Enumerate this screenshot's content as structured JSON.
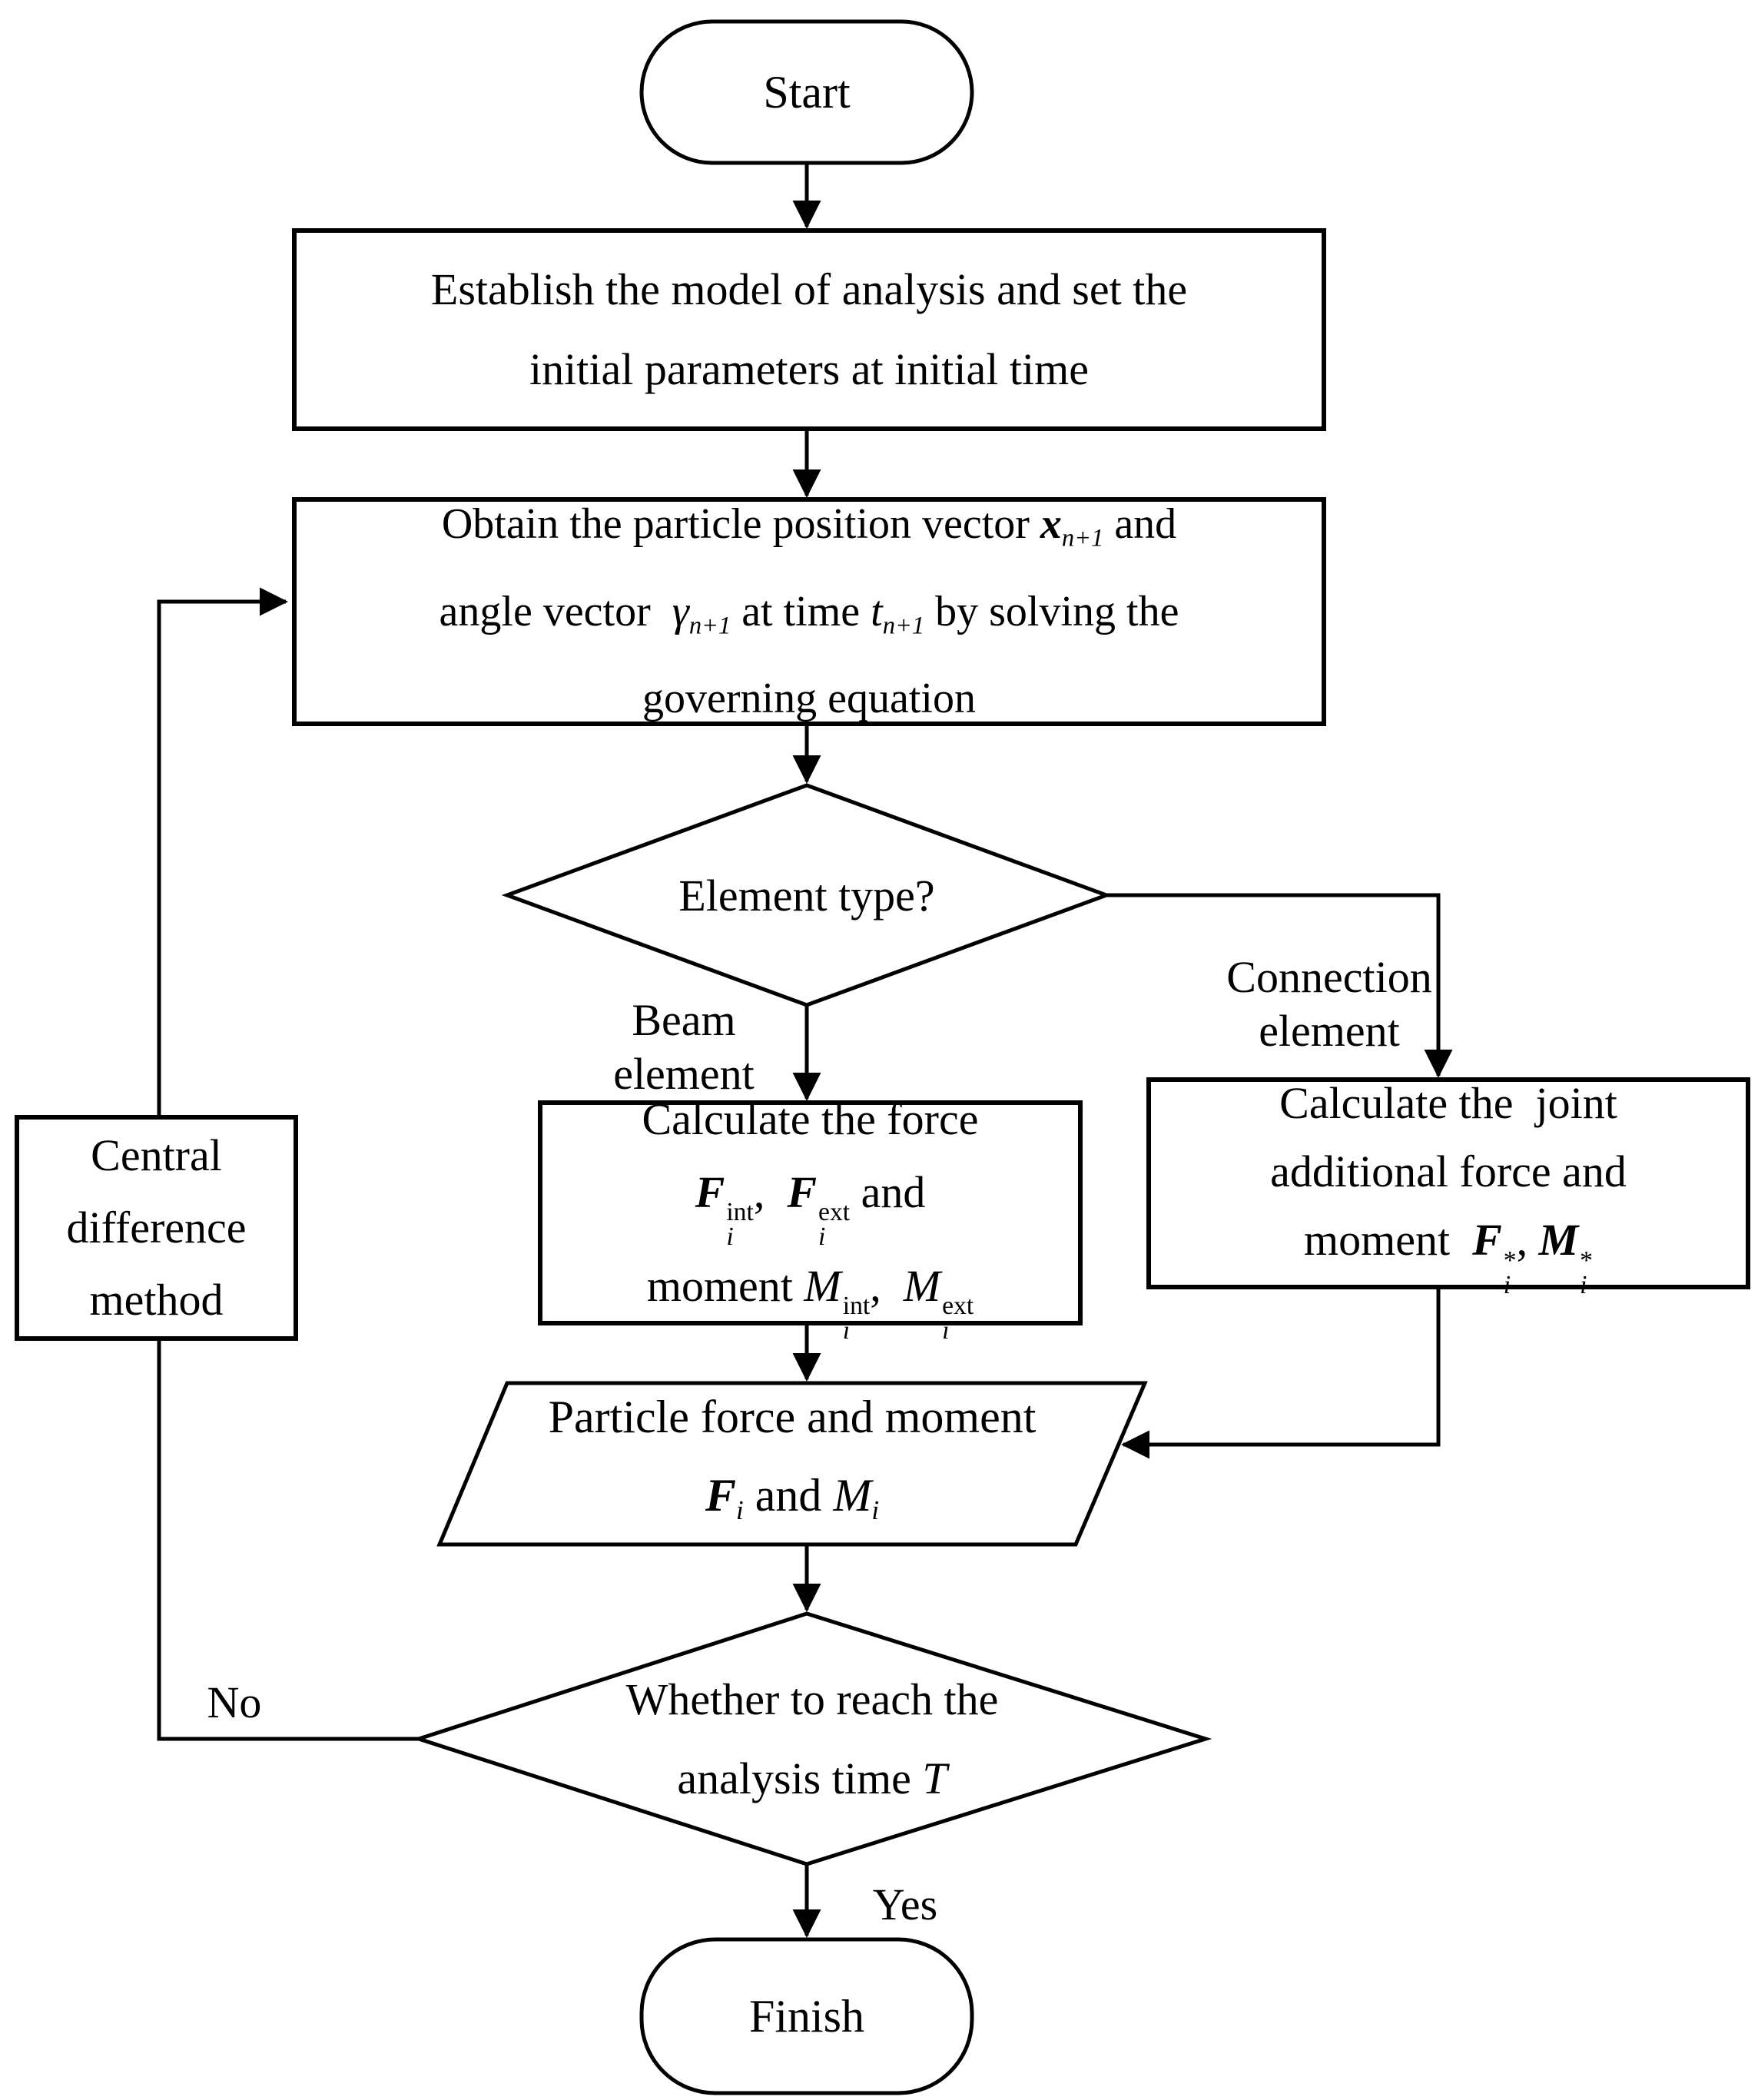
{
  "meta": {
    "background_color": "#ffffff",
    "stroke_color": "#000000",
    "text_color": "#000000"
  },
  "nodes": {
    "start": {
      "shape": "stadium",
      "label": "Start"
    },
    "establish": {
      "shape": "process",
      "lines": [
        [
          {
            "t": "Establish the model of analysis and set the"
          }
        ],
        [
          {
            "t": "initial parameters at initial time"
          }
        ]
      ]
    },
    "obtain": {
      "shape": "process",
      "lines": [
        [
          {
            "t": "Obtain the particle position vector "
          },
          {
            "t": "x",
            "s": "bi"
          },
          {
            "sub": "n+1"
          },
          {
            "t": " and"
          }
        ],
        [
          {
            "t": "angle vector  "
          },
          {
            "t": "γ",
            "s": "i"
          },
          {
            "sub": "n+1"
          },
          {
            "t": " at time "
          },
          {
            "t": "t",
            "s": "i"
          },
          {
            "sub": "n+1"
          },
          {
            "t": " by solving the"
          }
        ],
        [
          {
            "t": "governing equation"
          }
        ]
      ]
    },
    "element_type": {
      "shape": "decision",
      "label": "Element type?"
    },
    "calc_force": {
      "shape": "process",
      "lines": [
        [
          {
            "t": "Calculate the force"
          }
        ],
        [
          {
            "t": "F",
            "s": "bi"
          },
          {
            "sup": "int",
            "sub": "i"
          },
          {
            "t": ",  "
          },
          {
            "t": "F",
            "s": "bi"
          },
          {
            "sup": "ext",
            "sub": "i"
          },
          {
            "t": " and"
          }
        ],
        [
          {
            "t": "moment "
          },
          {
            "t": "M",
            "s": "i"
          },
          {
            "sup": "int",
            "sub": "i"
          },
          {
            "t": ",  "
          },
          {
            "t": "M",
            "s": "i"
          },
          {
            "sup": "ext",
            "sub": "i"
          }
        ]
      ]
    },
    "calc_joint": {
      "shape": "process",
      "lines": [
        [
          {
            "t": "Calculate the  joint"
          }
        ],
        [
          {
            "t": "additional force and"
          }
        ],
        [
          {
            "t": "moment  "
          },
          {
            "t": "F",
            "s": "bi"
          },
          {
            "sup": "*",
            "sub": "i"
          },
          {
            "t": ", "
          },
          {
            "t": "M",
            "s": "bi"
          },
          {
            "sup": "*",
            "sub": "i"
          }
        ]
      ]
    },
    "particle": {
      "shape": "data",
      "lines": [
        [
          {
            "t": "Particle force and moment"
          }
        ],
        [
          {
            "t": "F",
            "s": "bi"
          },
          {
            "sub": "i"
          },
          {
            "t": " and "
          },
          {
            "t": "M",
            "s": "i"
          },
          {
            "sub": "i"
          }
        ]
      ]
    },
    "reach": {
      "shape": "decision",
      "lines": [
        [
          {
            "t": "Whether to reach the"
          }
        ],
        [
          {
            "t": "analysis time "
          },
          {
            "t": "T",
            "s": "i"
          }
        ]
      ]
    },
    "central": {
      "shape": "process",
      "lines": [
        [
          {
            "t": "Central"
          }
        ],
        [
          {
            "t": "difference"
          }
        ],
        [
          {
            "t": "method"
          }
        ]
      ]
    },
    "finish": {
      "shape": "stadium",
      "label": "Finish"
    }
  },
  "edge_labels": {
    "beam": {
      "lines": [
        [
          {
            "t": "Beam"
          }
        ],
        [
          {
            "t": "element"
          }
        ]
      ]
    },
    "connection": {
      "lines": [
        [
          {
            "t": "Connection"
          }
        ],
        [
          {
            "t": "element"
          }
        ]
      ]
    },
    "no": "No",
    "yes": "Yes"
  }
}
